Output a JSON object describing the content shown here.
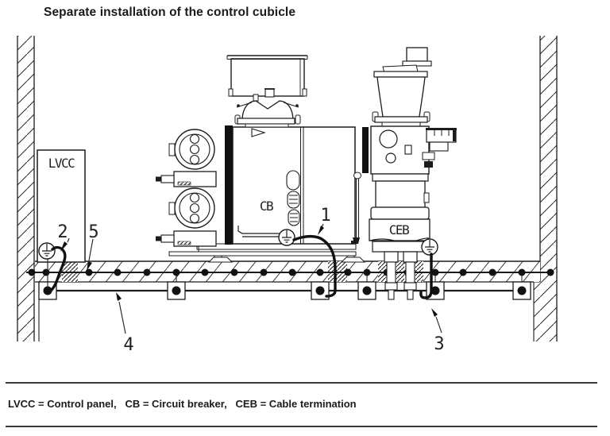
{
  "title": "Separate installation of the control cubicle",
  "legend": {
    "text": "LVCC = Control panel,   CB = Circuit breaker,   CEB = Cable termination"
  },
  "diagram": {
    "labels": {
      "lvcc": "LVCC",
      "cb": "CB",
      "ceb": "CEB"
    },
    "callouts": {
      "n1": "1",
      "n2": "2",
      "n3": "3",
      "n4": "4",
      "n5": "5"
    }
  },
  "colors": {
    "ink": "#1c1c1c",
    "background": "#ffffff",
    "rule": "#3a3a3a"
  }
}
